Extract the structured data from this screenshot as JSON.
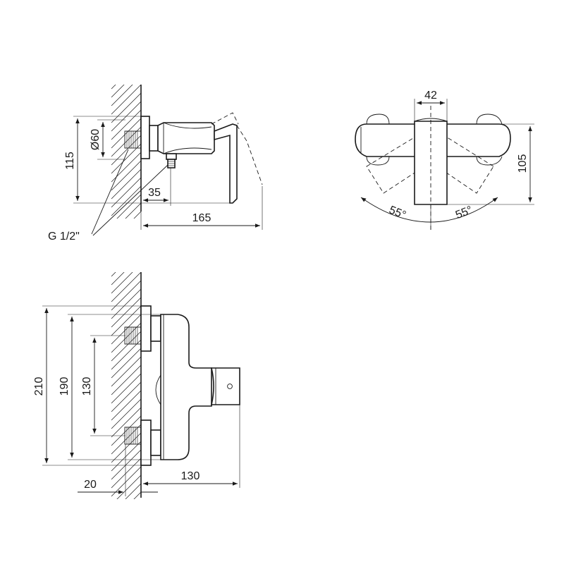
{
  "side_view": {
    "diameter_label": "Ø60",
    "height_label": "115",
    "offset_label": "35",
    "length_label": "165",
    "thread_label": "G 1/2\""
  },
  "top_view": {
    "width_label": "42",
    "depth_label": "105",
    "angle_left_label": "55°",
    "angle_right_label": "55°"
  },
  "front_view": {
    "height_total_label": "210",
    "height_mid_label": "190",
    "spacing_label": "130",
    "wall_offset_label": "20",
    "projection_label": "130"
  }
}
